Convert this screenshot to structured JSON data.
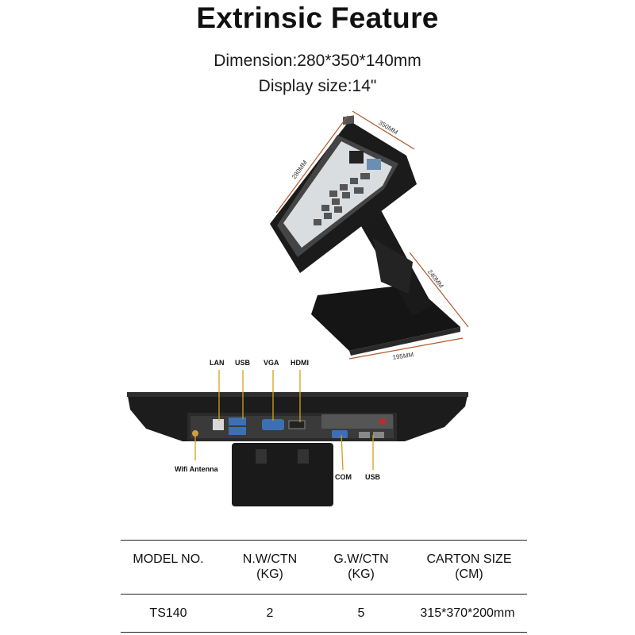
{
  "header": {
    "title": "Extrinsic Feature",
    "dimension": "Dimension:280*350*140mm",
    "display_size": "Display size:14\""
  },
  "dimensions": {
    "width": "350MM",
    "height": "280MM",
    "stand_depth": "240MM",
    "base_width": "195MM"
  },
  "ports": {
    "lan": "LAN",
    "usb_top": "USB",
    "vga": "VGA",
    "hdmi": "HDMI",
    "wifi": "Wifi Antenna",
    "com": "COM",
    "usb_bottom": "USB"
  },
  "spec_table": {
    "headers": [
      {
        "line1": "MODEL NO.",
        "line2": ""
      },
      {
        "line1": "N.W/CTN",
        "line2": "(KG)"
      },
      {
        "line1": "G.W/CTN",
        "line2": "(KG)"
      },
      {
        "line1": "CARTON SIZE",
        "line2": "(CM)"
      }
    ],
    "row": [
      "TS140",
      "2",
      "5",
      "315*370*200mm"
    ]
  },
  "colors": {
    "dimension_line": "#b35a2a",
    "port_pointer": "#d4a017",
    "device_body": "#1c1c1c"
  }
}
